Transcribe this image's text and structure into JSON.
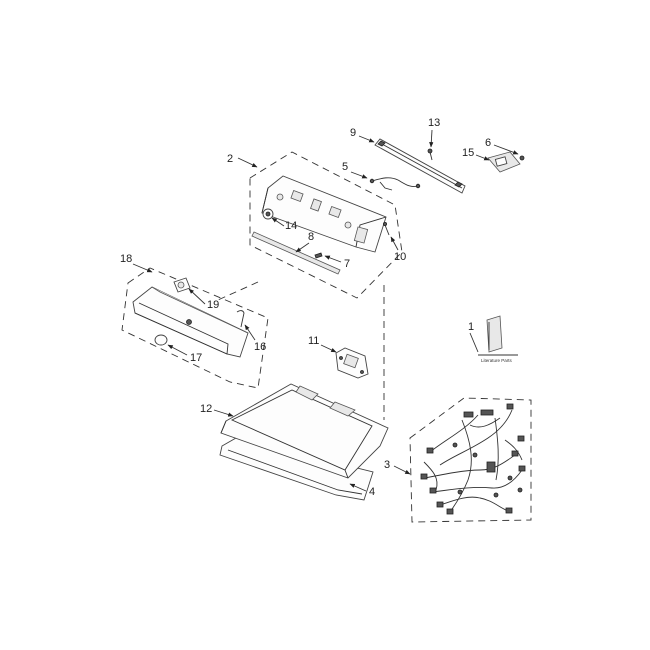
{
  "callouts": {
    "c1": "1",
    "c2": "2",
    "c3": "3",
    "c4": "4",
    "c5": "5",
    "c6": "6",
    "c7": "7",
    "c8": "8",
    "c9": "9",
    "c10": "10",
    "c11": "11",
    "c12": "12",
    "c13": "13",
    "c14": "14",
    "c15": "15",
    "c16": "16",
    "c17": "17",
    "c18": "18",
    "c19": "19"
  },
  "literature_label": "Literature Parts"
}
